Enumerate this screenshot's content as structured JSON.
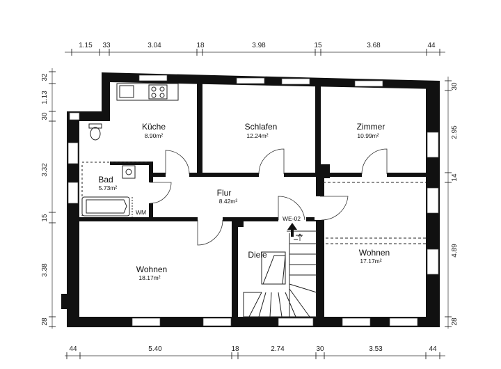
{
  "dimensions": {
    "top": [
      "1.15",
      "33",
      "3.04",
      "18",
      "3.98",
      "15",
      "3.68",
      "44"
    ],
    "bottom": [
      "44",
      "5.40",
      "18",
      "2.74",
      "30",
      "3.53",
      "44"
    ],
    "left": [
      "32",
      "1.13",
      "30",
      "3.32",
      "15",
      "3.38",
      "28"
    ],
    "right": [
      "30",
      "2.95",
      "14",
      "4.89",
      "28"
    ]
  },
  "rooms": {
    "kueche": {
      "name": "Küche",
      "area": "8.90m²"
    },
    "schlafen": {
      "name": "Schlafen",
      "area": "12.24m²"
    },
    "zimmer": {
      "name": "Zimmer",
      "area": "10.99m²"
    },
    "bad": {
      "name": "Bad",
      "area": "5.73m²"
    },
    "flur": {
      "name": "Flur",
      "area": "8.42m²"
    },
    "wohnen_left": {
      "name": "Wohnen",
      "area": "18.17m²"
    },
    "diele": {
      "name": "Diele"
    },
    "wohnen_right": {
      "name": "Wohnen",
      "area": "17.17m²"
    }
  },
  "unit_label": "WE-02",
  "fixture_labels": {
    "wm": "WM"
  }
}
